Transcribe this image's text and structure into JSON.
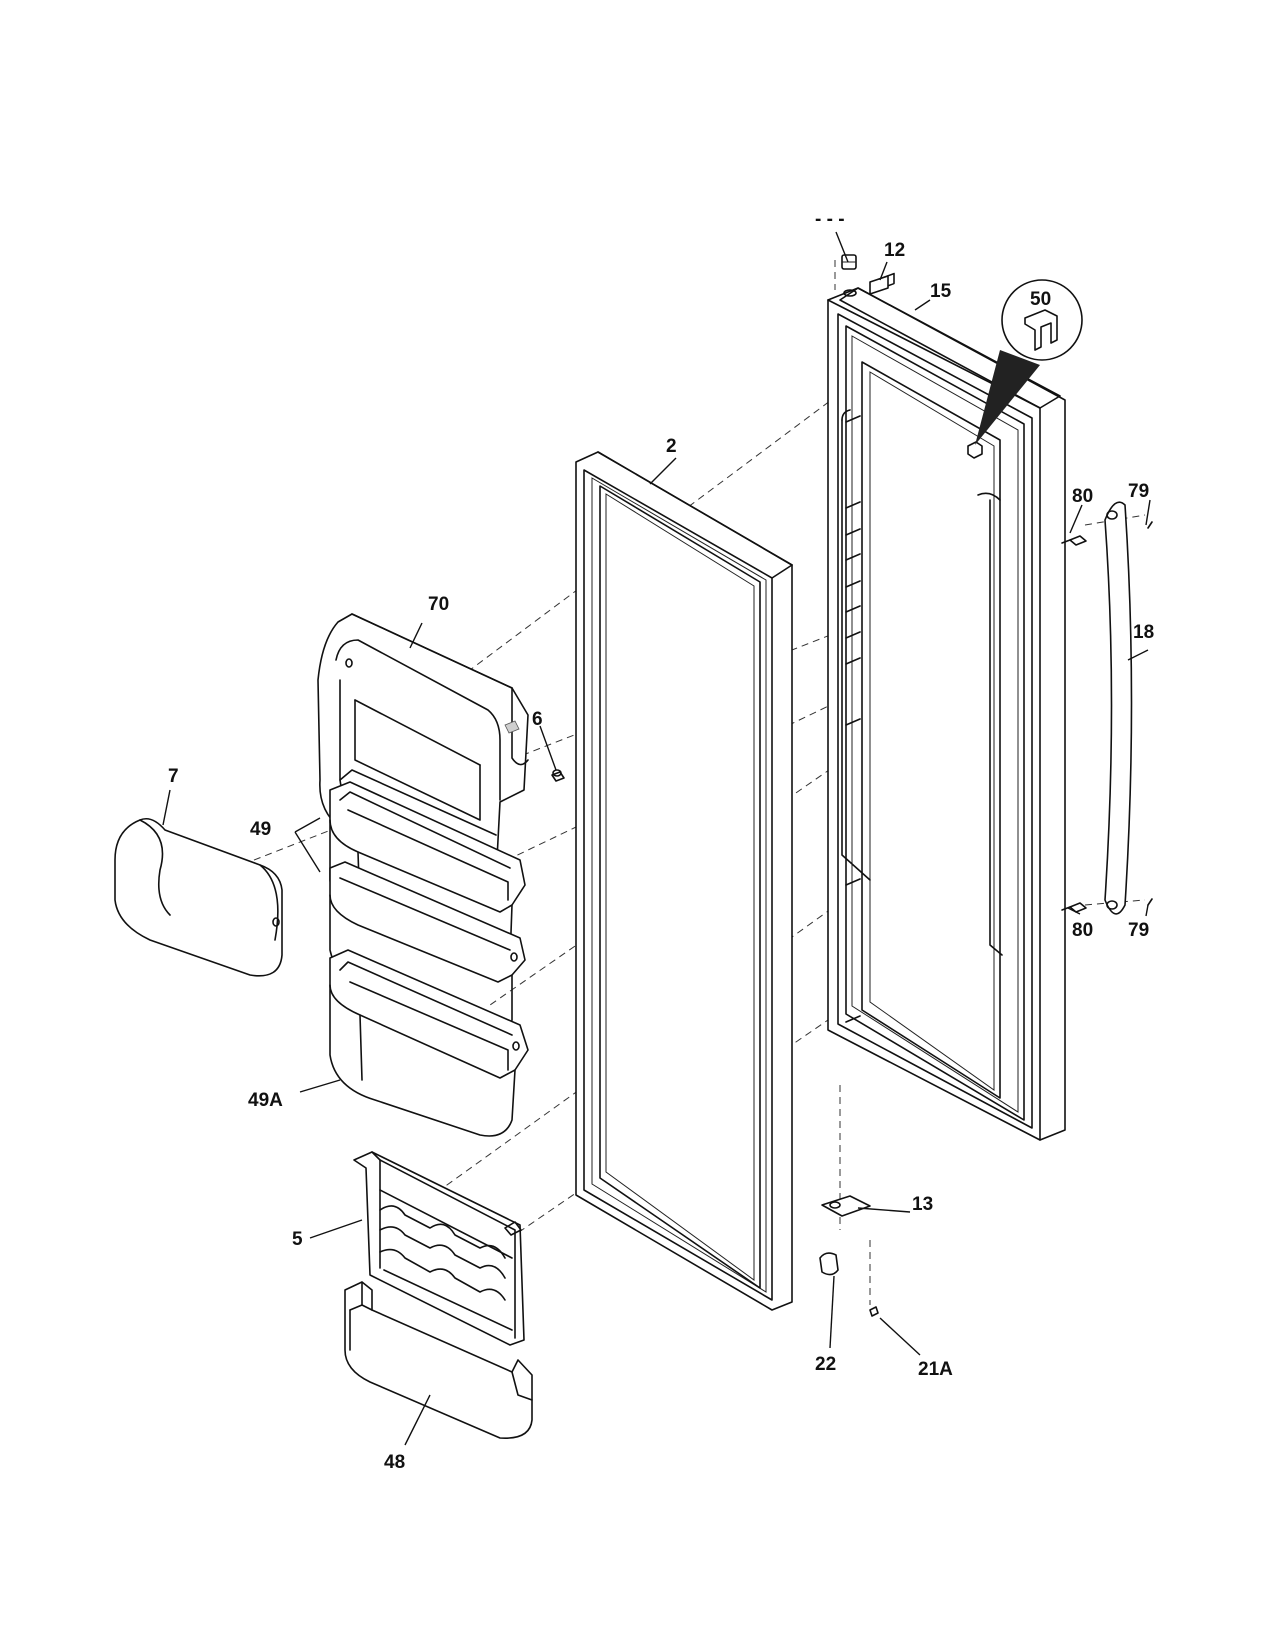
{
  "diagram": {
    "labels": {
      "top_dashes": "- - -",
      "p12": "12",
      "p15": "15",
      "p50": "50",
      "p2": "2",
      "p80_top": "80",
      "p79_top": "79",
      "p18": "18",
      "p70": "70",
      "p6": "6",
      "p7": "7",
      "p49": "49",
      "p80_bottom": "80",
      "p79_bottom": "79",
      "p49A": "49A",
      "p13": "13",
      "p5": "5",
      "p22": "22",
      "p21A": "21A",
      "p48": "48"
    }
  }
}
